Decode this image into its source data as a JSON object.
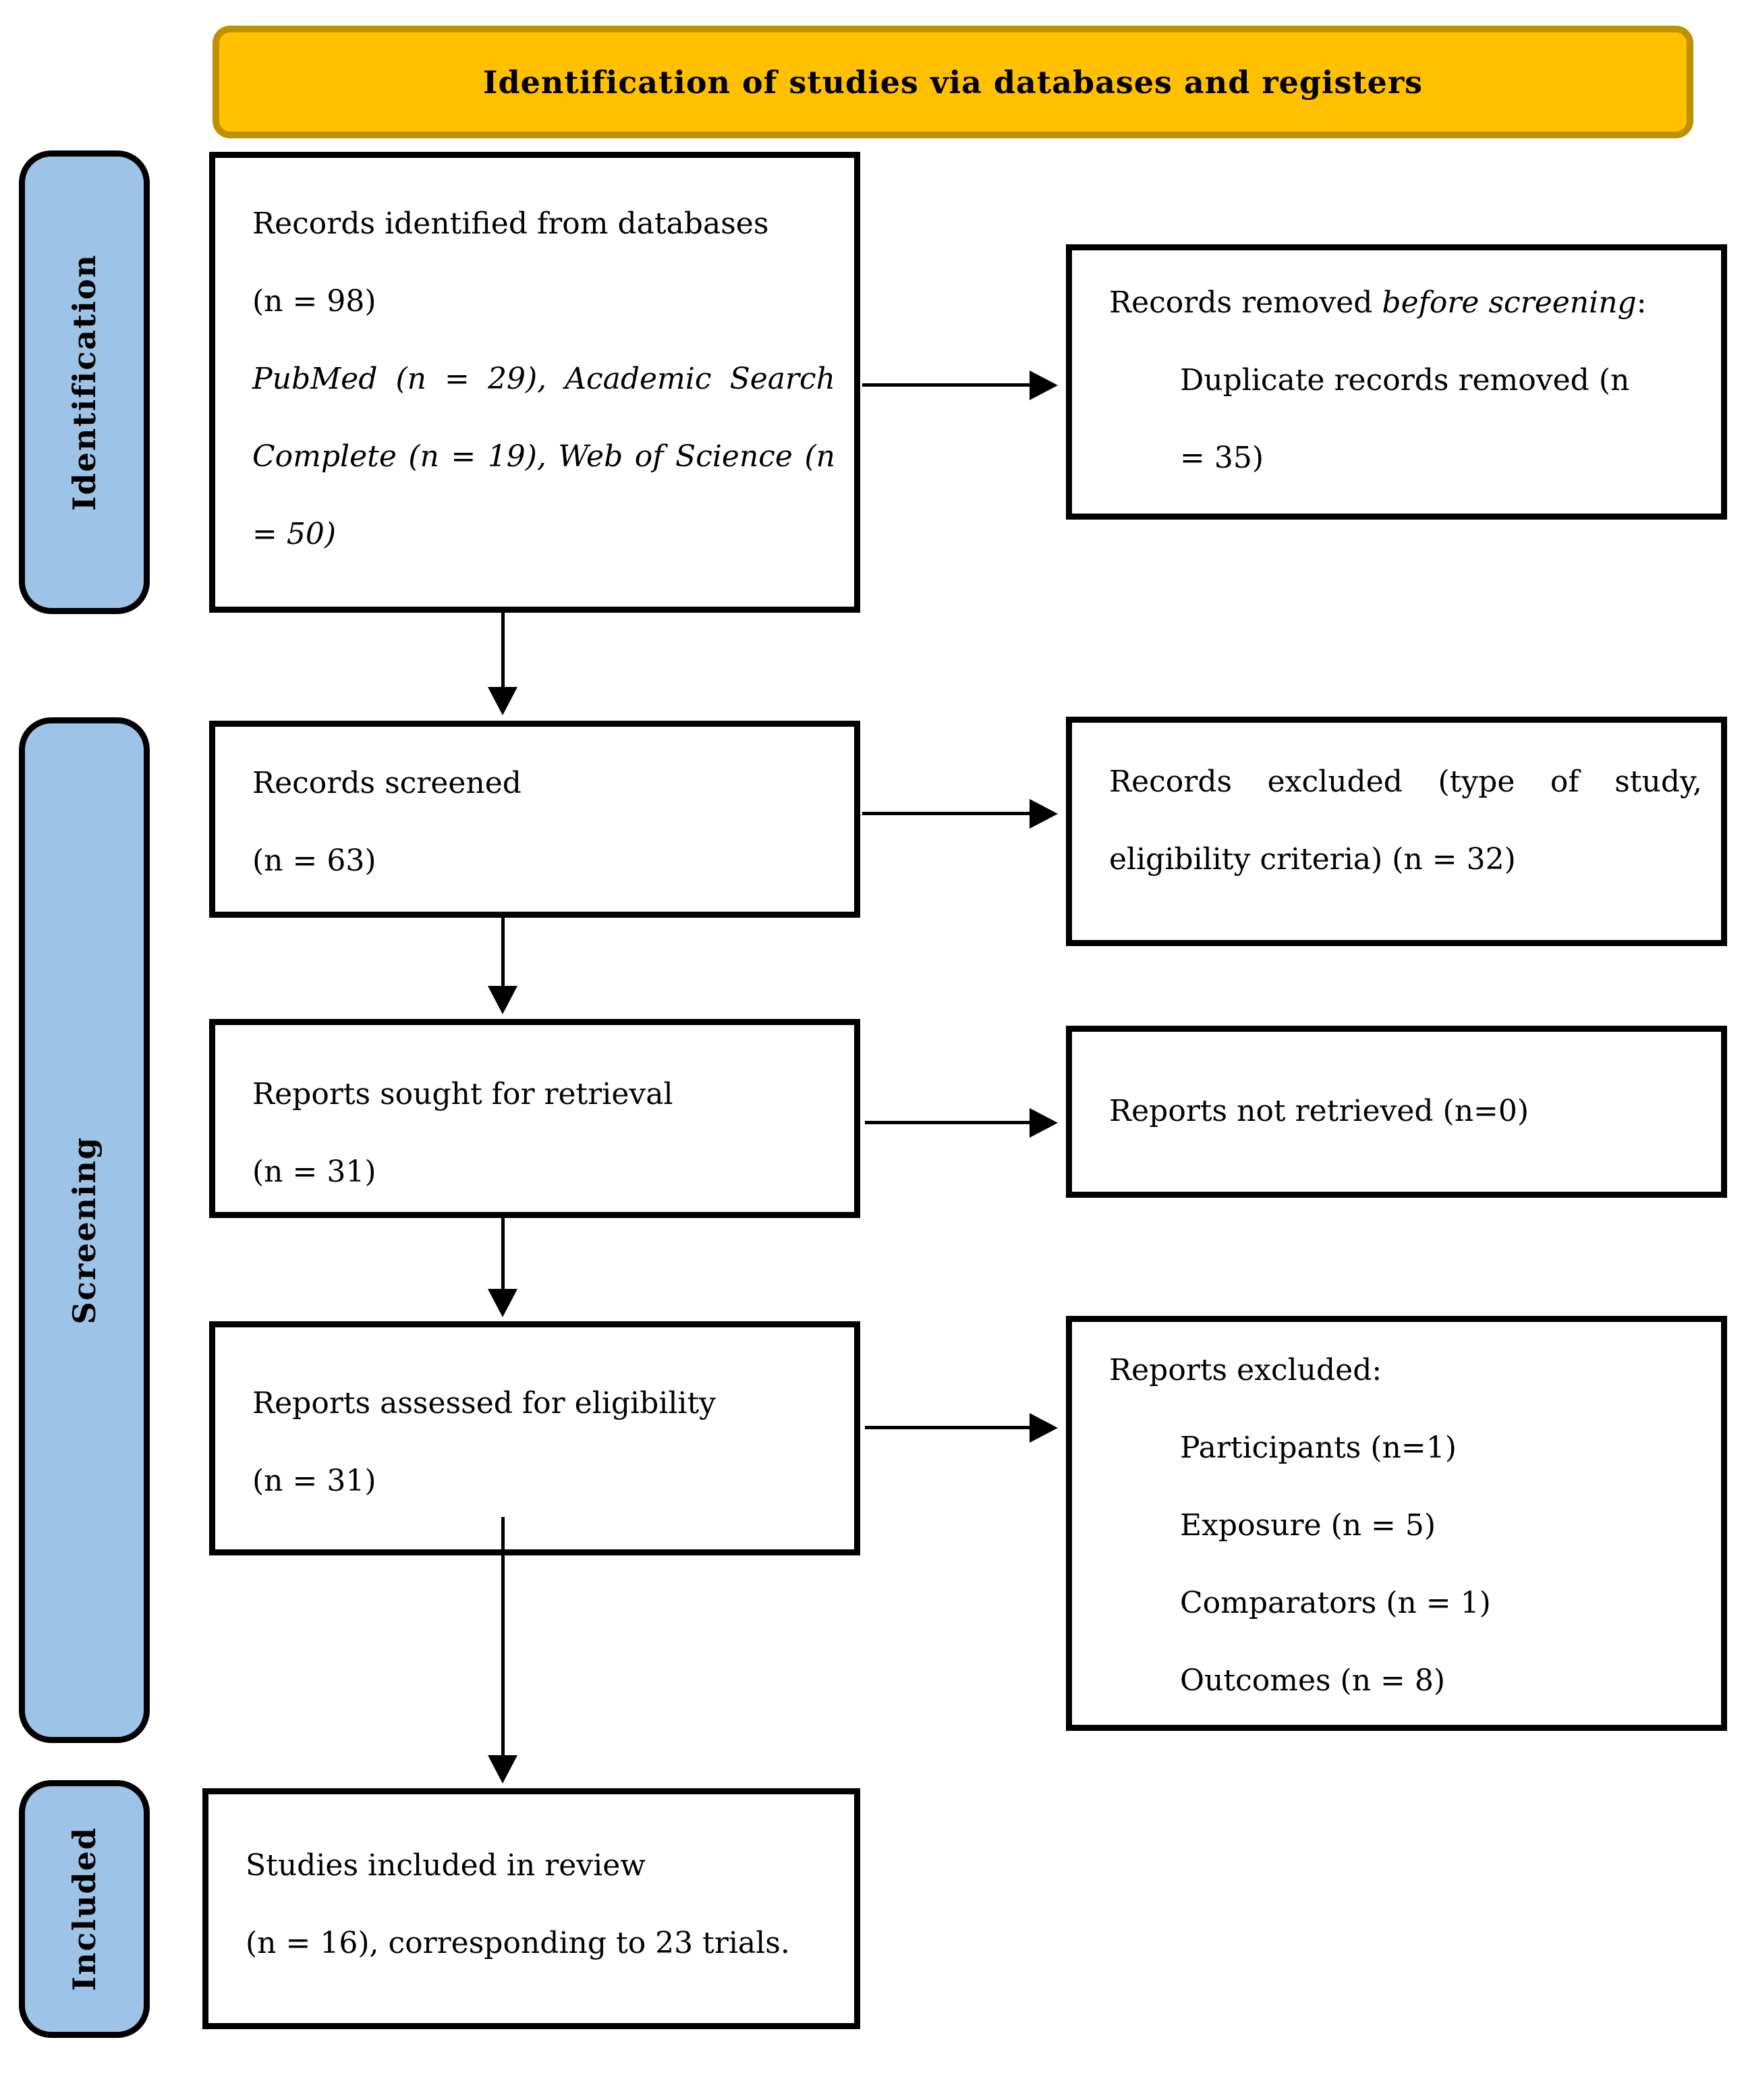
{
  "banner": {
    "title": "Identification of studies via databases and registers"
  },
  "stages": [
    {
      "label": "Identification"
    },
    {
      "label": "Screening"
    },
    {
      "label": "Included"
    }
  ],
  "boxes": {
    "records_identified": {
      "lines": [
        "Records identified from databases",
        "(n = 98)",
        "PubMed (n = 29), Academic Search",
        "Complete (n = 19), Web of Science (n",
        "= 50)"
      ]
    },
    "records_removed": {
      "title_prefix": "Records removed ",
      "title_italic": "before screening",
      "title_suffix": ":",
      "detail_lines": [
        "Duplicate records removed (n",
        "= 35)"
      ]
    },
    "records_screened": {
      "lines": [
        "Records screened",
        "(n = 63)"
      ]
    },
    "records_excluded": {
      "lines": [
        "Records excluded (type of study,",
        "eligibility criteria) (n = 32)"
      ]
    },
    "reports_sought": {
      "lines": [
        "Reports sought for retrieval",
        "(n = 31)"
      ]
    },
    "reports_not_retrieved": {
      "lines": [
        "Reports not retrieved (n=0)"
      ]
    },
    "reports_assessed": {
      "lines": [
        "Reports assessed for eligibility",
        "(n = 31)"
      ]
    },
    "reports_excluded": {
      "heading": "Reports excluded:",
      "reasons": [
        "Participants (n=1)",
        "Exposure (n = 5)",
        "Comparators (n = 1)",
        "Outcomes (n = 8)"
      ]
    },
    "studies_included": {
      "lines": [
        "Studies included in review",
        "(n = 16), corresponding to 23 trials."
      ]
    }
  },
  "colors": {
    "banner_fill": "#FFC000",
    "banner_border": "#BF9000",
    "stage_fill": "#9DC3E6",
    "box_fill": "#FFFFFF",
    "box_border": "#000000",
    "arrow": "#000000"
  }
}
